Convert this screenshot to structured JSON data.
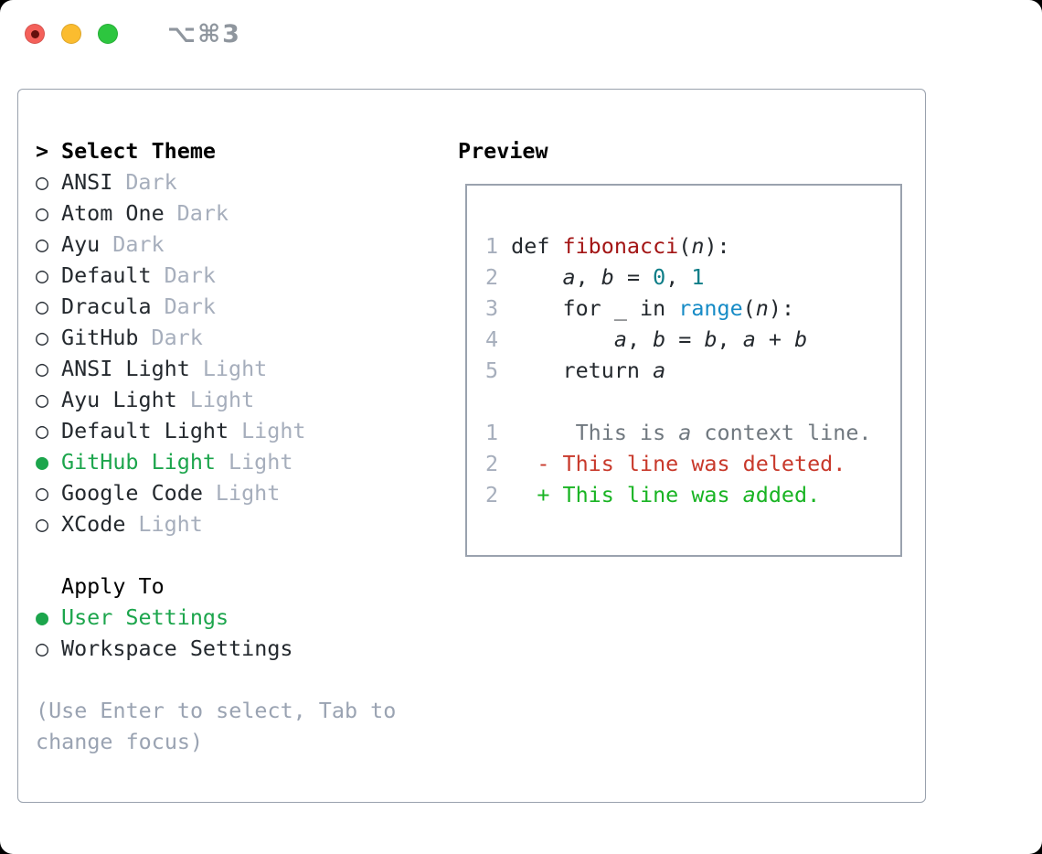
{
  "window": {
    "title": "⌥⌘3"
  },
  "traffic_lights": [
    "close",
    "minimize",
    "zoom"
  ],
  "colors": {
    "accent_green": "#1ca54c",
    "added_green": "#19b423",
    "deleted_red": "#c8392b",
    "function_red": "#a31515",
    "number_teal": "#0d7d87",
    "builtin_blue": "#168bc6",
    "muted_gray": "#a6aebc",
    "border_gray": "#99a1ad"
  },
  "markers": {
    "selected": "●",
    "unselected": "○",
    "header": ">"
  },
  "theme_picker": {
    "header": {
      "marker": ">",
      "label": "Select Theme"
    },
    "items": [
      {
        "name": "ANSI",
        "variant": "Dark",
        "selected": false
      },
      {
        "name": "Atom One",
        "variant": "Dark",
        "selected": false
      },
      {
        "name": "Ayu",
        "variant": "Dark",
        "selected": false
      },
      {
        "name": "Default",
        "variant": "Dark",
        "selected": false
      },
      {
        "name": "Dracula",
        "variant": "Dark",
        "selected": false
      },
      {
        "name": "GitHub",
        "variant": "Dark",
        "selected": false
      },
      {
        "name": "ANSI Light",
        "variant": "Light",
        "selected": false
      },
      {
        "name": "Ayu Light",
        "variant": "Light",
        "selected": false
      },
      {
        "name": "Default Light",
        "variant": "Light",
        "selected": false
      },
      {
        "name": "GitHub Light",
        "variant": "Light",
        "selected": true
      },
      {
        "name": "Google Code",
        "variant": "Light",
        "selected": false
      },
      {
        "name": "XCode",
        "variant": "Light",
        "selected": false
      }
    ],
    "apply_to": {
      "label": "Apply To",
      "options": [
        {
          "name": "User Settings",
          "selected": true
        },
        {
          "name": "Workspace Settings",
          "selected": false
        }
      ]
    },
    "help": [
      "(Use Enter to select, Tab to",
      "change focus)"
    ]
  },
  "preview": {
    "title": "Preview",
    "code_lines": [
      {
        "num": "1",
        "segs": [
          {
            "t": " def ",
            "c": "plain"
          },
          {
            "t": "fibonacci",
            "c": "func"
          },
          {
            "t": "(",
            "c": "plain"
          },
          {
            "t": "n",
            "c": "var"
          },
          {
            "t": "):",
            "c": "plain"
          }
        ]
      },
      {
        "num": "2",
        "segs": [
          {
            "t": "     ",
            "c": "plain"
          },
          {
            "t": "a",
            "c": "var"
          },
          {
            "t": ", ",
            "c": "plain"
          },
          {
            "t": "b",
            "c": "var"
          },
          {
            "t": " = ",
            "c": "plain"
          },
          {
            "t": "0",
            "c": "number"
          },
          {
            "t": ", ",
            "c": "plain"
          },
          {
            "t": "1",
            "c": "number"
          }
        ]
      },
      {
        "num": "3",
        "segs": [
          {
            "t": "     for _ in ",
            "c": "plain"
          },
          {
            "t": "range",
            "c": "builtin"
          },
          {
            "t": "(",
            "c": "plain"
          },
          {
            "t": "n",
            "c": "var"
          },
          {
            "t": "):",
            "c": "plain"
          }
        ]
      },
      {
        "num": "4",
        "segs": [
          {
            "t": "         ",
            "c": "plain"
          },
          {
            "t": "a",
            "c": "var"
          },
          {
            "t": ", ",
            "c": "plain"
          },
          {
            "t": "b",
            "c": "var"
          },
          {
            "t": " = ",
            "c": "plain"
          },
          {
            "t": "b",
            "c": "var"
          },
          {
            "t": ", ",
            "c": "plain"
          },
          {
            "t": "a",
            "c": "var"
          },
          {
            "t": " + ",
            "c": "plain"
          },
          {
            "t": "b",
            "c": "var"
          }
        ]
      },
      {
        "num": "5",
        "segs": [
          {
            "t": "     return ",
            "c": "plain"
          },
          {
            "t": "a",
            "c": "var"
          }
        ]
      }
    ],
    "diff_lines": [
      {
        "num": "1",
        "segs": [
          {
            "t": "      This is ",
            "c": "context"
          },
          {
            "t": "a",
            "c": "context-var"
          },
          {
            "t": " context line.",
            "c": "context"
          }
        ]
      },
      {
        "num": "2",
        "segs": [
          {
            "t": "   - This line was deleted.",
            "c": "del"
          }
        ]
      },
      {
        "num": "2",
        "segs": [
          {
            "t": "   + This line was ",
            "c": "add"
          },
          {
            "t": "a",
            "c": "add-var"
          },
          {
            "t": "dded.",
            "c": "add"
          }
        ]
      }
    ]
  }
}
